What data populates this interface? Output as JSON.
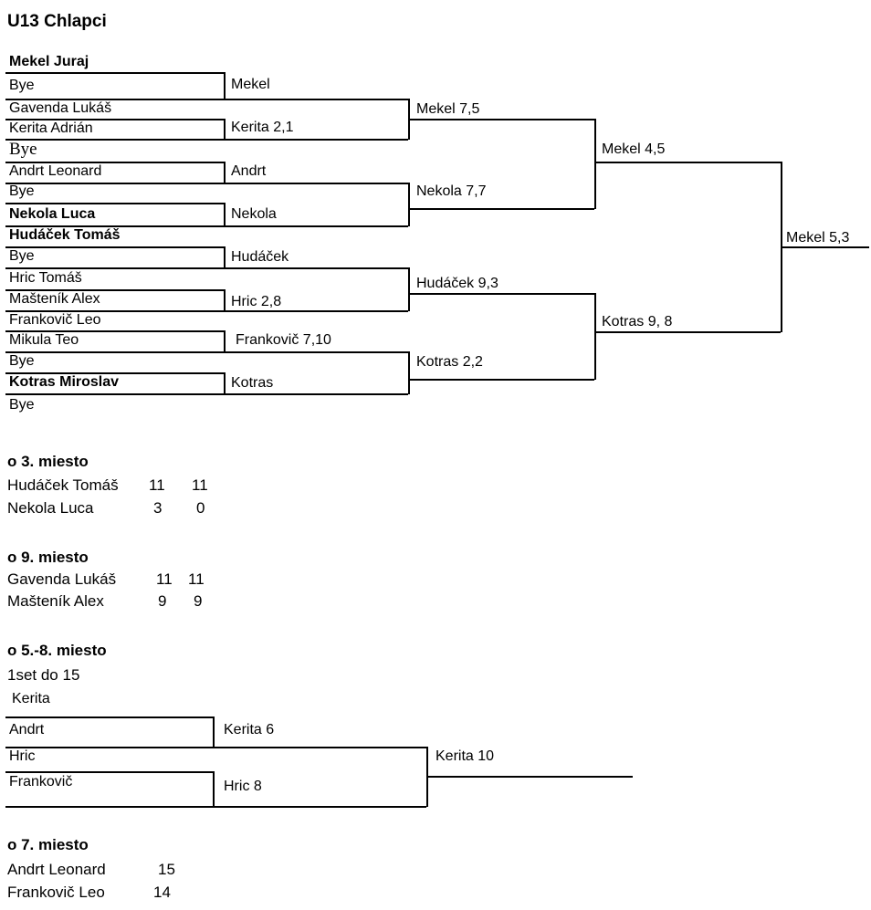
{
  "title": "U13 Chlapci",
  "main_bracket": {
    "round1": [
      "Mekel Juraj",
      "Bye",
      "Gavenda Lukáš",
      "Kerita Adrián",
      "Bye",
      "Andrt Leonard",
      "Bye",
      "Nekola Luca",
      "Hudáček Tomáš",
      "Bye",
      "Hric Tomáš",
      "Mašteník Alex",
      "Frankovič Leo",
      "Mikula Teo",
      "Bye",
      "Kotras Miroslav",
      "Bye"
    ],
    "round2": [
      "Mekel",
      "Kerita 2,1",
      "Andrt",
      "Nekola",
      "Hudáček",
      "Hric 2,8",
      "Frankovič 7,10",
      "Kotras"
    ],
    "round3": [
      "Mekel 7,5",
      "Nekola 7,7",
      "Hudáček 9,3",
      "Kotras 2,2"
    ],
    "semifinals": [
      "Mekel 4,5",
      "Kotras 9, 8"
    ],
    "champion": "Mekel 5,3"
  },
  "third_place": {
    "heading": "o 3. miesto",
    "rows": [
      {
        "name": "Hudáček Tomáš",
        "set1": "11",
        "set2": "11"
      },
      {
        "name": "Nekola Luca",
        "set1": "3",
        "set2": "0"
      }
    ]
  },
  "ninth_place": {
    "heading": "o 9. miesto",
    "rows": [
      {
        "name": "Gavenda Lukáš",
        "set1": "11",
        "set2": "11"
      },
      {
        "name": "Mašteník Alex",
        "set1": "9",
        "set2": "9"
      }
    ]
  },
  "fifth_to_eighth": {
    "heading": "o 5.-8. miesto",
    "note": "1set do 15",
    "bye_player": "Kerita",
    "round1": [
      "Andrt",
      "Hric",
      "Frankovič"
    ],
    "winners": [
      "Kerita 6",
      "Hric 8"
    ],
    "final_winner": "Kerita 10"
  },
  "seventh_place": {
    "heading": "o 7. miesto",
    "rows": [
      {
        "name": "Andrt Leonard",
        "score": "15"
      },
      {
        "name": "Frankovič Leo",
        "score": "14"
      }
    ]
  }
}
